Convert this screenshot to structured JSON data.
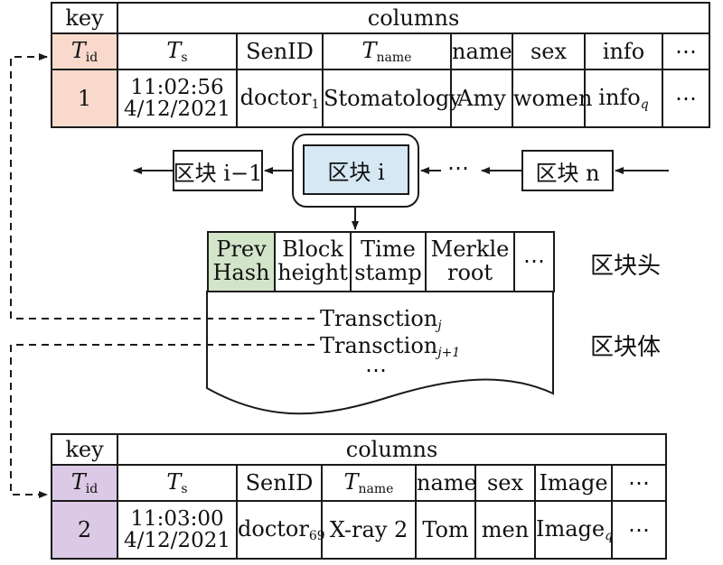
{
  "top_table": {
    "key_header": "key",
    "columns_header": "columns",
    "subheaders": {
      "tid_main": "T",
      "tid_sub": "id",
      "ts_main": "T",
      "ts_sub": "s",
      "senid": "SenID",
      "tname_main": "T",
      "tname_sub": "name",
      "name": "name",
      "sex": "sex",
      "info": "info",
      "more": "⋯"
    },
    "row": {
      "key": "1",
      "ts_time": "11:02:56",
      "ts_date": "4/12/2021",
      "senid_main": "doctor",
      "senid_sub": "1",
      "tname": "Stomatology",
      "name": "Amy",
      "sex": "women",
      "info_main": "info",
      "info_sub": "q",
      "more": "⋯"
    }
  },
  "chain": {
    "prev_block": "区块 i−1",
    "current_block": "区块 i",
    "ellipsis": "⋯",
    "last_block": "区块 n"
  },
  "block_header": {
    "cells": [
      {
        "line1": "Prev",
        "line2": "Hash"
      },
      {
        "line1": "Block",
        "line2": "height"
      },
      {
        "line1": "Time",
        "line2": "stamp"
      },
      {
        "line1": "Merkle",
        "line2": "root"
      },
      {
        "line1": "⋯",
        "line2": ""
      }
    ],
    "label": "区块头"
  },
  "block_body": {
    "tx1_main": "Transction",
    "tx1_sub": "j",
    "tx2_main": "Transction",
    "tx2_sub": "j+1",
    "ellipsis": "⋯",
    "label": "区块体"
  },
  "bottom_table": {
    "key_header": "key",
    "columns_header": "columns",
    "subheaders": {
      "tid_main": "T",
      "tid_sub": "id",
      "ts_main": "T",
      "ts_sub": "s",
      "senid": "SenID",
      "tname_main": "T",
      "tname_sub": "name",
      "name": "name",
      "sex": "sex",
      "image": "Image",
      "more": "⋯"
    },
    "row": {
      "key": "2",
      "ts_time": "11:03:00",
      "ts_date": "4/12/2021",
      "senid_main": "doctor",
      "senid_sub": "69",
      "tname": "X-ray 2",
      "name": "Tom",
      "sex": "men",
      "image_main": "Image",
      "image_sub": "q",
      "more": "⋯"
    }
  },
  "colors": {
    "key_top": "#f8d9cb",
    "key_bottom": "#dcc9e6",
    "current_block": "#d6e8f4",
    "prev_hash": "#d3e5c9"
  }
}
